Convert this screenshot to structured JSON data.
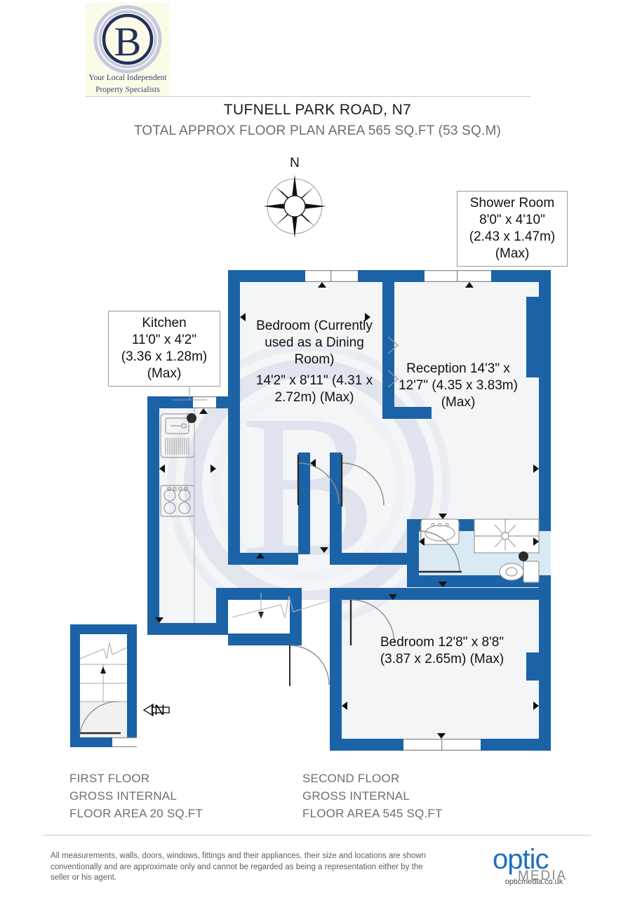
{
  "header": {
    "logo_letter": "B",
    "logo_tagline_line1": "Your Local Independent",
    "logo_tagline_line2": "Property Specialists",
    "title": "TUFNELL PARK ROAD, N7",
    "subtitle": "TOTAL APPROX FLOOR PLAN AREA 565 SQ.FT (53 SQ.M)"
  },
  "compass": {
    "north_label": "N"
  },
  "callouts": {
    "shower_room": {
      "name": "Shower Room",
      "imperial": "8'0\" x 4'10\"",
      "metric": "(2.43 x 1.47m)",
      "max": "(Max)"
    },
    "kitchen": {
      "name": "Kitchen",
      "imperial": "11'0\" x 4'2\"",
      "metric": "(3.36 x 1.28m)",
      "max": "(Max)"
    }
  },
  "rooms": {
    "bedroom_dining": {
      "name": "Bedroom",
      "note_line1": "(Currently used",
      "note_line2": "as a Dining Room)",
      "imperial": "14'2\" x 8'11\"",
      "metric": "(4.31 x 2.72m)",
      "max": "(Max)"
    },
    "reception": {
      "name": "Reception",
      "imperial": "14'3\" x 12'7\"",
      "metric": "(4.35 x 3.83m)",
      "max": "(Max)"
    },
    "bedroom_two": {
      "name": "Bedroom",
      "imperial": "12'8\" x 8'8\"",
      "metric": "(3.87 x 2.65m)",
      "max": "(Max)"
    }
  },
  "entrance": {
    "label": "IN"
  },
  "floors": {
    "first": {
      "line1": "FIRST FLOOR",
      "line2": "GROSS INTERNAL",
      "line3": "FLOOR AREA 20 SQ.FT"
    },
    "second": {
      "line1": "SECOND FLOOR",
      "line2": "GROSS INTERNAL",
      "line3": "FLOOR AREA 545 SQ.FT"
    }
  },
  "footer": {
    "disclaimer": "All measurements, walls, doors, windows, fittings and their appliances, their size and locations are shown conventionally and are approximate only and cannot be regarded as being a representation either by the seller or his agent.",
    "optic_word1": "optic",
    "optic_word2": "MEDIA",
    "optic_url": "opticmedia.co.uk"
  },
  "colors": {
    "wall": "#1b63a6",
    "wall_dark": "#17548f",
    "room_fill": "#f4f5f6",
    "bath_fill": "#d9eaf5",
    "logo_navy": "#23305c",
    "logo_ring": "#c5c9e2",
    "logo_bg": "#fbfbe8",
    "text_grey": "#6d6d6d",
    "optic_blue": "#1f6fc4",
    "optic_grey": "#8b8b8b"
  }
}
